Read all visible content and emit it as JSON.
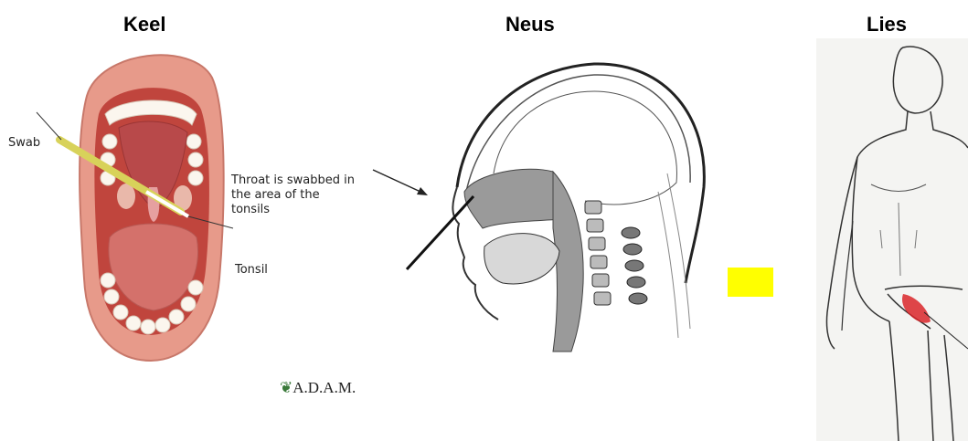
{
  "headings": {
    "throat": "Keel",
    "nose": "Neus",
    "groin": "Lies"
  },
  "throat": {
    "swab_label": "Swab",
    "caption": "Throat is swabbed in the area of the tonsils",
    "tonsil_label": "Tonsil",
    "credit": "A.D.A.M."
  },
  "colors": {
    "lips": "#e79a8a",
    "mouth_inner": "#c0453d",
    "tongue": "#d4716b",
    "teeth": "#fbf6ee",
    "swab": "#d8d25a",
    "nasal_fill": "#9a9a9a",
    "marker": "#ffff00",
    "groin_highlight": "#d9262a"
  },
  "icons": {
    "credit_logo": "adam-leaf-icon"
  }
}
